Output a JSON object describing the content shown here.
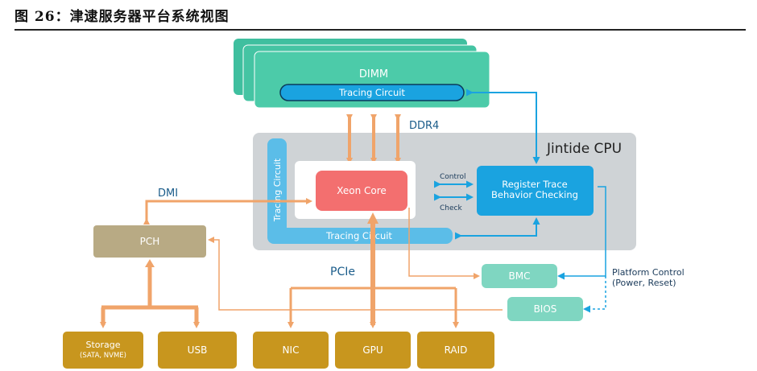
{
  "caption": "图 26：津逮服务器平台系统视图",
  "diagram": {
    "dimm": "DIMM",
    "dimm_tracing": "Tracing Circuit",
    "ddr4": "DDR4",
    "cpu_label": "Jintide CPU",
    "xeon_core": "Xeon Core",
    "control": "Control",
    "check": "Check",
    "register_trace_1": "Register Trace",
    "register_trace_2": "Behavior Checking",
    "tracing_vertical": "Tracing Circuit",
    "tracing_bottom": "Tracing Circuit",
    "dmi": "DMI",
    "pch": "PCH",
    "pcie": "PCIe",
    "bmc": "BMC",
    "bios": "BIOS",
    "platform_control_1": "Platform Control",
    "platform_control_2": "(Power, Reset)",
    "storage_1": "Storage",
    "storage_2": "(SATA, NVME)",
    "usb": "USB",
    "nic": "NIC",
    "gpu": "GPU",
    "raid": "RAID"
  },
  "colors": {
    "teal": "#3fbf9f",
    "blue": "#1aa3e0",
    "orange": "#f0a46a",
    "gold": "#c8961e",
    "pch": "#b8aa84",
    "cpu_bg": "#cfd3d6",
    "xeon": "#f36f6f"
  }
}
